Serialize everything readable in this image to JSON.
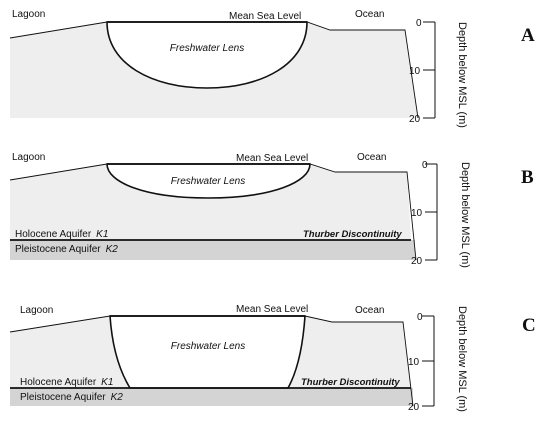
{
  "colors": {
    "holocene_fill": "#eeeeee",
    "pleistocene_fill": "#d4d4d4",
    "lens_fill": "#ffffff",
    "line": "#111111",
    "background": "#ffffff"
  },
  "panels": [
    {
      "letter": "A",
      "lagoon": "Lagoon",
      "ocean": "Ocean",
      "msl": "Mean Sea Level",
      "lens": "Freshwater Lens",
      "axis_title": "Depth below MSL (m)",
      "ticks": [
        "0",
        "10",
        "20"
      ]
    },
    {
      "letter": "B",
      "lagoon": "Lagoon",
      "ocean": "Ocean",
      "msl": "Mean Sea Level",
      "lens": "Freshwater Lens",
      "holocene": "Holocene Aquifer",
      "holocene_k": "K1",
      "pleistocene": "Pleistocene Aquifer",
      "pleistocene_k": "K2",
      "discontinuity": "Thurber Discontinuity",
      "axis_title": "Depth below MSL (m)",
      "ticks": [
        "0",
        "10",
        "20"
      ]
    },
    {
      "letter": "C",
      "lagoon": "Lagoon",
      "ocean": "Ocean",
      "msl": "Mean Sea Level",
      "lens": "Freshwater Lens",
      "holocene": "Holocene Aquifer",
      "holocene_k": "K1",
      "pleistocene": "Pleistocene Aquifer",
      "pleistocene_k": "K2",
      "discontinuity": "Thurber Discontinuity",
      "axis_title": "Depth below MSL (m)",
      "ticks": [
        "0",
        "10",
        "20"
      ]
    }
  ]
}
